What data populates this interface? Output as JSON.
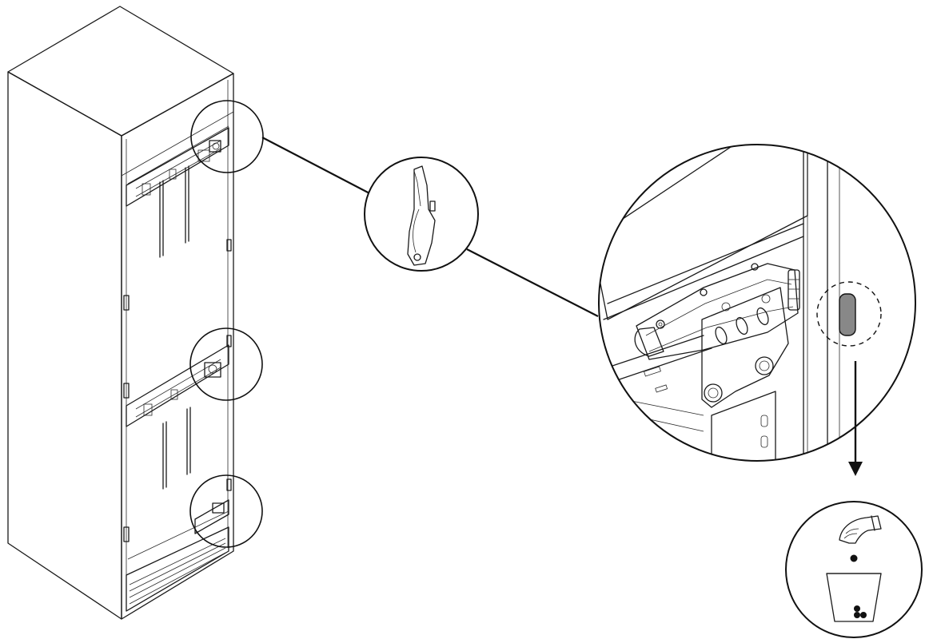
{
  "figure": {
    "kind": "installation-diagram",
    "views": [
      "cabinet-overview",
      "tool-callout",
      "hinge-detail",
      "disposal-callout"
    ],
    "highlight_color": "#888888",
    "line_color": "#1a1a1a",
    "icons": [
      "box-cutter-icon",
      "hand-dropping-icon",
      "waste-bin-icon",
      "down-arrow-icon"
    ]
  }
}
